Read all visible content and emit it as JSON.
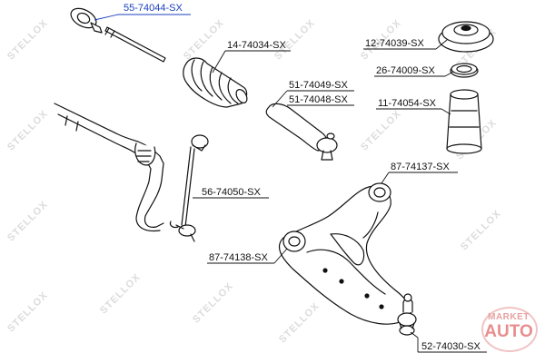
{
  "watermark_text": "STELLOX",
  "parts": [
    {
      "id": "p1",
      "number": "55-74044-SX",
      "highlight": true
    },
    {
      "id": "p2",
      "number": "14-74034-SX"
    },
    {
      "id": "p3",
      "number": "12-74039-SX"
    },
    {
      "id": "p4",
      "number": "26-74009-SX"
    },
    {
      "id": "p5",
      "number": "51-74049-SX"
    },
    {
      "id": "p6",
      "number": "51-74048-SX"
    },
    {
      "id": "p7",
      "number": "11-74054-SX"
    },
    {
      "id": "p8",
      "number": "87-74137-SX"
    },
    {
      "id": "p9",
      "number": "56-74050-SX"
    },
    {
      "id": "p10",
      "number": "87-74138-SX"
    },
    {
      "id": "p11",
      "number": "52-74030-SX"
    }
  ],
  "brand": {
    "line1": "MARKET",
    "line2": "AUTO"
  },
  "colors": {
    "highlight": "#1a3fbf",
    "line": "#111111",
    "watermark": "#dcdcdc"
  }
}
